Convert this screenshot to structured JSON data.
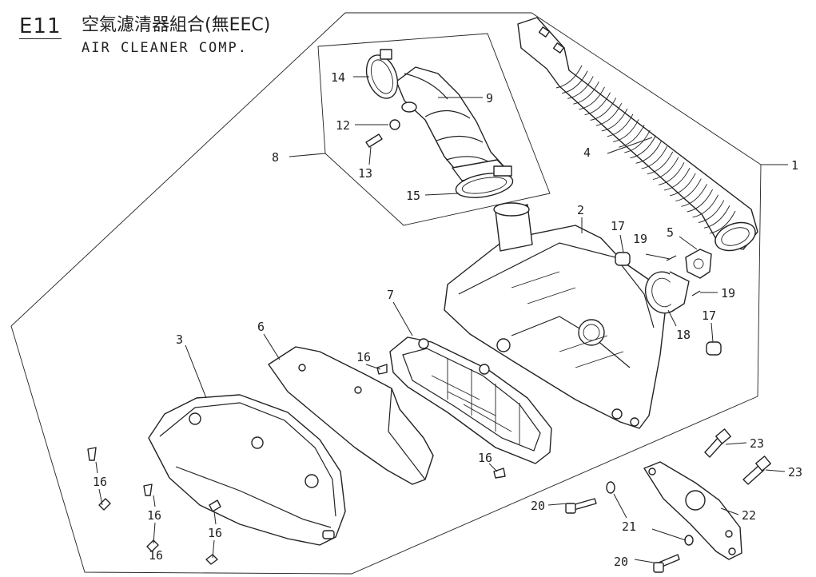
{
  "header": {
    "code": "E11",
    "title_zh": "空氣濾清器組合(無EEC)",
    "title_en": "AIR CLEANER COMP."
  },
  "callouts": [
    {
      "id": "c1",
      "text": "1"
    },
    {
      "id": "c2",
      "text": "2"
    },
    {
      "id": "c3",
      "text": "3"
    },
    {
      "id": "c4",
      "text": "4"
    },
    {
      "id": "c5",
      "text": "5"
    },
    {
      "id": "c6",
      "text": "6"
    },
    {
      "id": "c7",
      "text": "7"
    },
    {
      "id": "c8",
      "text": "8"
    },
    {
      "id": "c9",
      "text": "9"
    },
    {
      "id": "c12",
      "text": "12"
    },
    {
      "id": "c13",
      "text": "13"
    },
    {
      "id": "c14",
      "text": "14"
    },
    {
      "id": "c15",
      "text": "15"
    },
    {
      "id": "c16a",
      "text": "16"
    },
    {
      "id": "c16b",
      "text": "16"
    },
    {
      "id": "c16c",
      "text": "16"
    },
    {
      "id": "c16d",
      "text": "16"
    },
    {
      "id": "c16e",
      "text": "16"
    },
    {
      "id": "c16f",
      "text": "16"
    },
    {
      "id": "c17a",
      "text": "17"
    },
    {
      "id": "c17b",
      "text": "17"
    },
    {
      "id": "c18",
      "text": "18"
    },
    {
      "id": "c19a",
      "text": "19"
    },
    {
      "id": "c19b",
      "text": "19"
    },
    {
      "id": "c20a",
      "text": "20"
    },
    {
      "id": "c20b",
      "text": "20"
    },
    {
      "id": "c21",
      "text": "21"
    },
    {
      "id": "c22",
      "text": "22"
    },
    {
      "id": "c23a",
      "text": "23"
    },
    {
      "id": "c23b",
      "text": "23"
    }
  ]
}
